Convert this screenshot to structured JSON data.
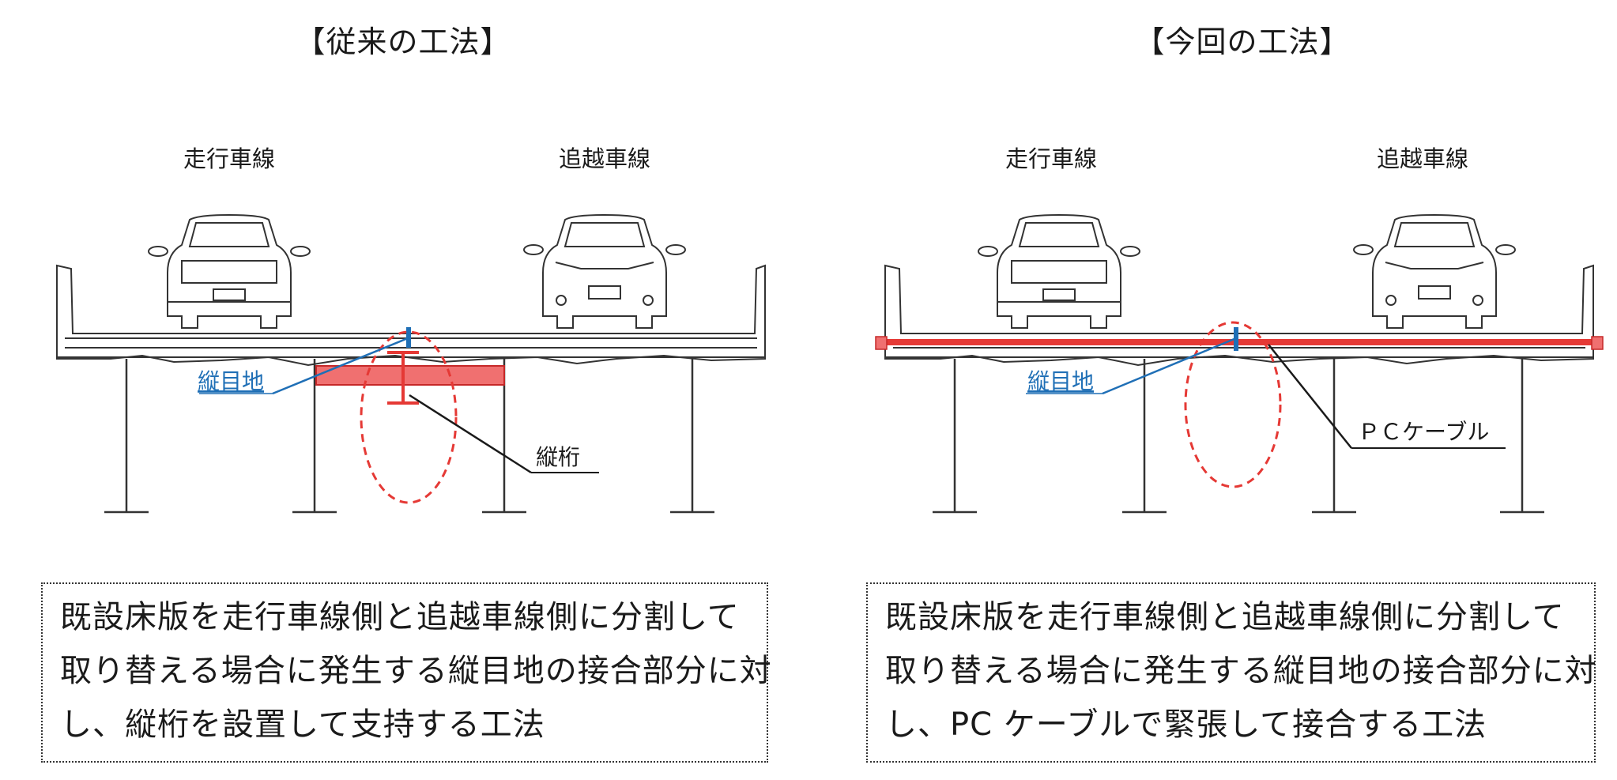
{
  "left": {
    "title": "【従来の工法】",
    "lane_driving": "走行車線",
    "lane_passing": "追越車線",
    "joint_label": "縦目地",
    "girder_label": "縦桁",
    "description": [
      "既設床版を走行車線側と追越車線側に分割して",
      "取り替える場合に発生する縦目地の接合部分に対",
      "し、縦桁を設置して支持する工法"
    ]
  },
  "right": {
    "title": "【今回の工法】",
    "lane_driving": "走行車線",
    "lane_passing": "追越車線",
    "joint_label": "縦目地",
    "cable_label": "ＰＣケーブル",
    "description": [
      "既設床版を走行車線側と追越車線側に分割して",
      "取り替える場合に発生する縦目地の接合部分に対",
      "し、PC ケーブルで緊張して接合する工法"
    ]
  },
  "colors": {
    "highlight_red": "#e53935",
    "highlight_fill": "#f07070",
    "joint_blue": "#1f6fb6",
    "line": "#333333"
  }
}
